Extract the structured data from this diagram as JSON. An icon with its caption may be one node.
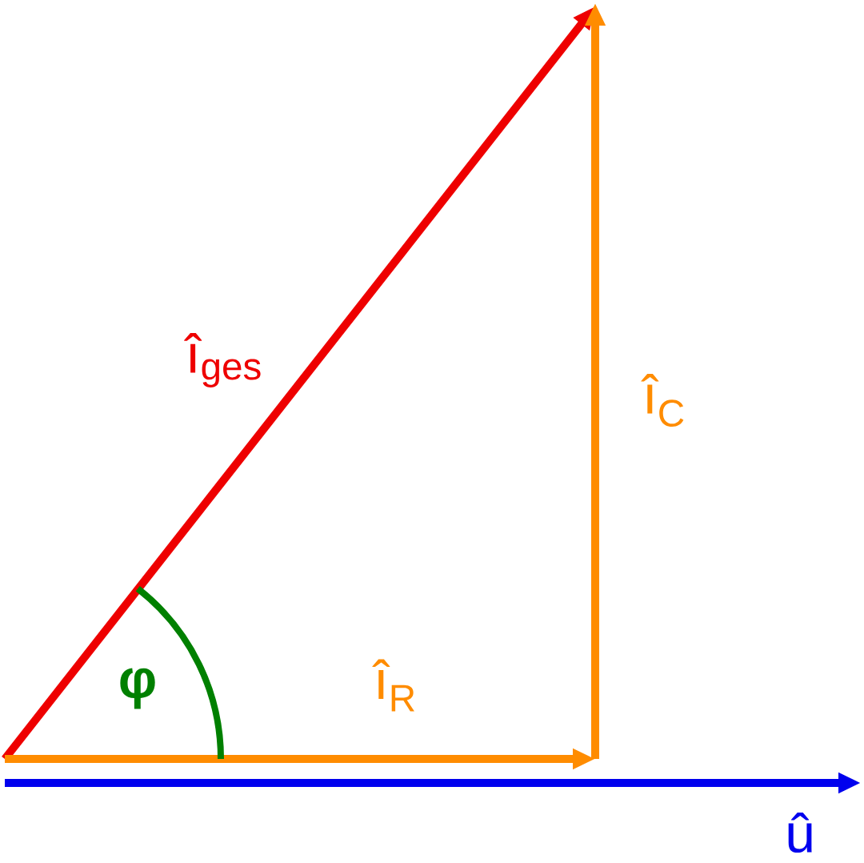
{
  "diagram": {
    "labels": [
      "î$_{ges}$",
      "î$_{C}$",
      "φ",
      "î$_{R}$",
      "û"
    ]
  }
}
